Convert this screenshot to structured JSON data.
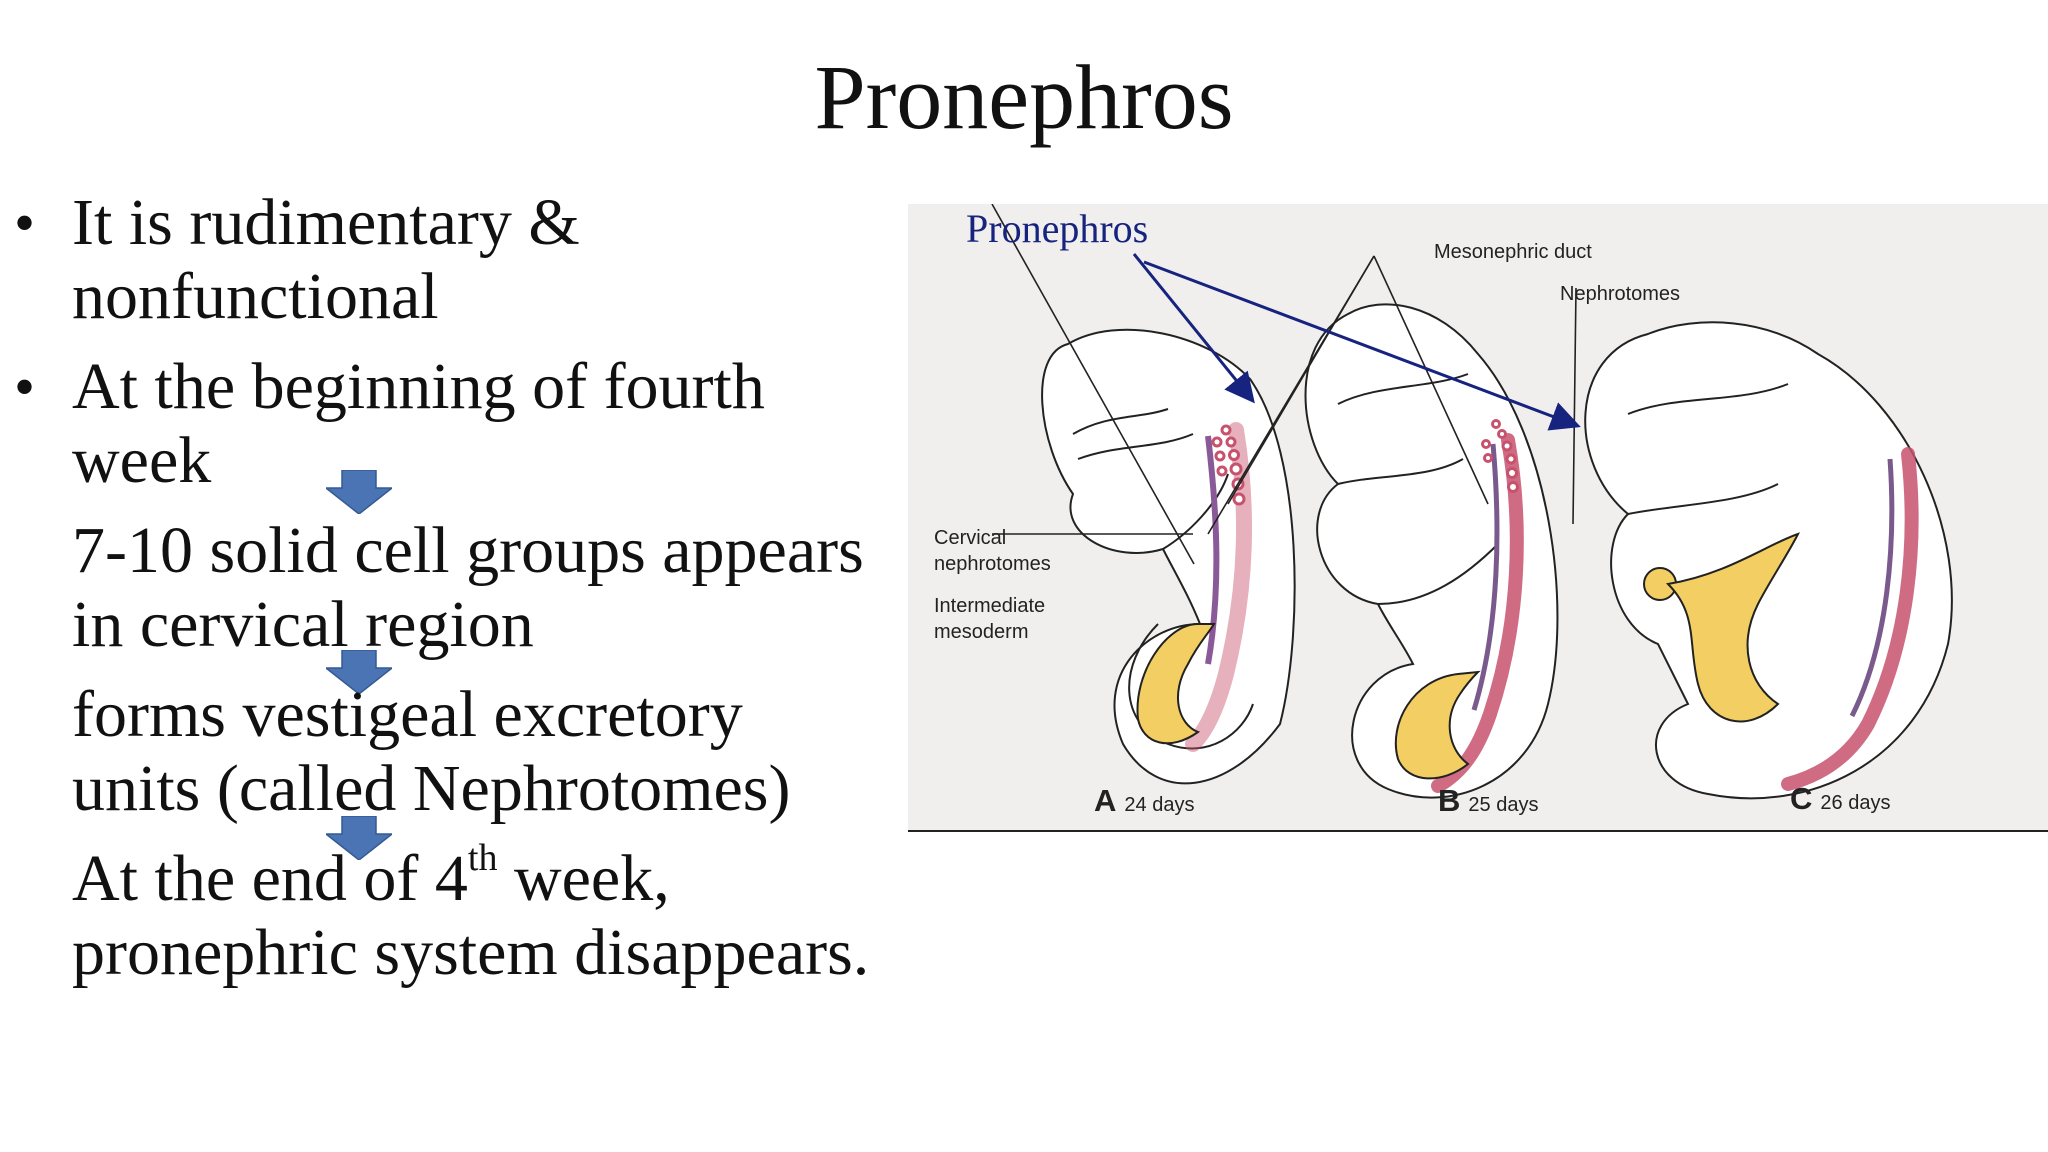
{
  "slide": {
    "title": "Pronephros",
    "bullets": [
      {
        "lines": [
          "It is rudimentary &",
          "nonfunctional"
        ]
      },
      {
        "lines": [
          "At the beginning of fourth",
          "week"
        ]
      }
    ],
    "steps": [
      {
        "lines": [
          "7-10 solid cell groups appears",
          "in cervical region"
        ]
      },
      {
        "lines": [
          "forms vestigeal excretory",
          "units (called Nephrotomes)"
        ]
      },
      {
        "line1_pre": "At the end of 4",
        "line1_sup": "th",
        "line1_post": " week,",
        "line2": "pronephric system disappears."
      }
    ],
    "flow_arrow_icon": "down-arrow-icon",
    "arrow_color": "#4a74b4"
  },
  "figure": {
    "labels": {
      "pronephros": "Pronephros",
      "mesonephric_duct": "Mesonephric duct",
      "nephrotomes": "Nephrotomes",
      "cervical_nephrotomes_1": "Cervical",
      "cervical_nephrotomes_2": "nephrotomes",
      "intermediate_mesoderm_1": "Intermediate",
      "intermediate_mesoderm_2": "mesoderm"
    },
    "panels": [
      {
        "letter": "A",
        "days": "24 days"
      },
      {
        "letter": "B",
        "days": "25 days"
      },
      {
        "letter": "C",
        "days": "26 days"
      }
    ],
    "colors": {
      "pronephros_label": "#16237f",
      "yolk": "#f3cf63",
      "nephric_tissue": "#c7526d",
      "duct": "#7a5a8c"
    }
  }
}
